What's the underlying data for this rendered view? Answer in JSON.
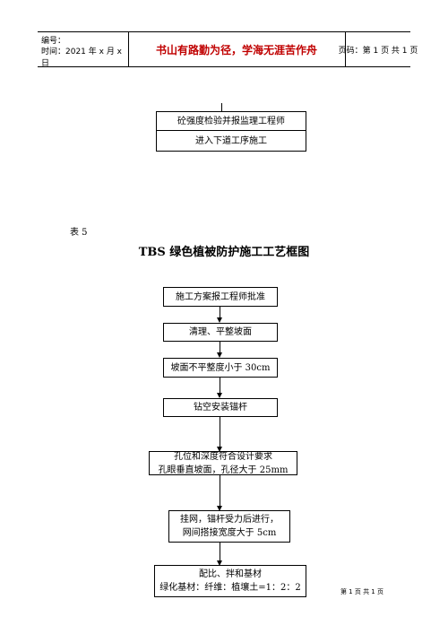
{
  "header": {
    "number_label": "编号：",
    "time_label": "时间：2021 年 x 月 x 日",
    "motto": "书山有路勤为径，学海无涯苦作舟",
    "page_info": "页码：第 1 页 共 1 页"
  },
  "top_flow": {
    "step1": "砼强度检验并报监理工程师",
    "step2": "进入下道工序施工"
  },
  "table_label": "表 5",
  "figure_title": "TBS 绿色植被防护施工工艺框图",
  "flow": [
    {
      "lines": [
        "施工方案报工程师批准"
      ]
    },
    {
      "lines": [
        "清理、平整坡面"
      ]
    },
    {
      "lines": [
        "坡面不平整度小于 30cm"
      ]
    },
    {
      "lines": [
        "钻空安装锚杆"
      ]
    },
    {
      "lines": [
        "孔位和深度符合设计要求",
        "孔眼垂直坡面，孔径大于 25mm"
      ]
    },
    {
      "lines": [
        "挂网，锚杆受力后进行，",
        "网间搭接宽度大于 5cm"
      ]
    },
    {
      "lines": [
        "配比、拌和基材",
        "绿化基材：纤维：植壤土=1：2：2"
      ]
    }
  ],
  "footer": "第 1 页 共 1 页"
}
